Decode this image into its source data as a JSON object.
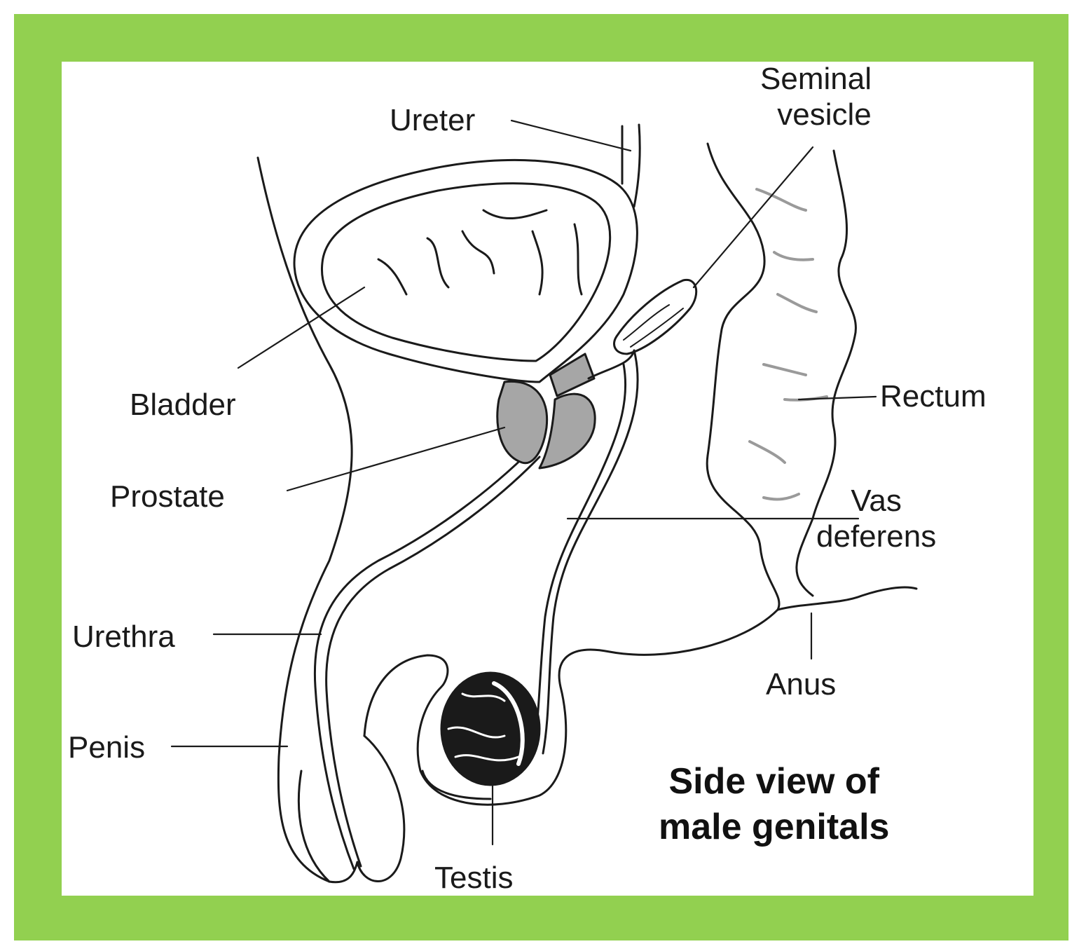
{
  "labels": {
    "ureter": "Ureter",
    "seminal_vesicle": [
      "Seminal",
      "vesicle"
    ],
    "bladder": "Bladder",
    "prostate": "Prostate",
    "rectum": "Rectum",
    "vas_deferens": [
      "Vas",
      "deferens"
    ],
    "urethra": "Urethra",
    "anus": "Anus",
    "penis": "Penis",
    "testis": "Testis"
  },
  "title": [
    "Side view of",
    "male genitals"
  ],
  "colors": {
    "frame": "#92d050",
    "panel": "#ffffff",
    "line": "#1a1a1a",
    "prostate_fill": "#a6a6a6"
  }
}
